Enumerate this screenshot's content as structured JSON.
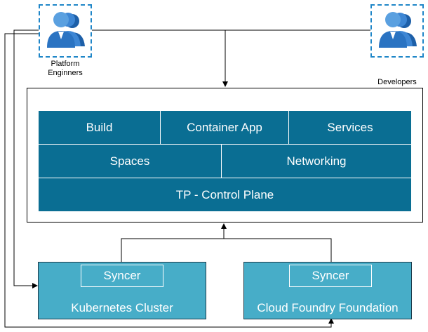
{
  "actors": {
    "platform": {
      "label_line1": "Platform",
      "label_line2": "Enginners"
    },
    "developers": {
      "label": "Developers"
    }
  },
  "control_plane": {
    "row1": [
      "Build",
      "Container App",
      "Services"
    ],
    "row2": [
      "Spaces",
      "Networking"
    ],
    "row3": "TP - Control Plane"
  },
  "clusters": {
    "kubernetes": {
      "syncer": "Syncer",
      "label": "Kubernetes Cluster"
    },
    "cloud_foundry": {
      "syncer": "Syncer",
      "label": "Cloud Foundry Foundation"
    }
  },
  "colors": {
    "cell": "#0a6e93",
    "cluster": "#47adc8",
    "actor_border": "#1f86c8",
    "person": "#2a73c2"
  }
}
